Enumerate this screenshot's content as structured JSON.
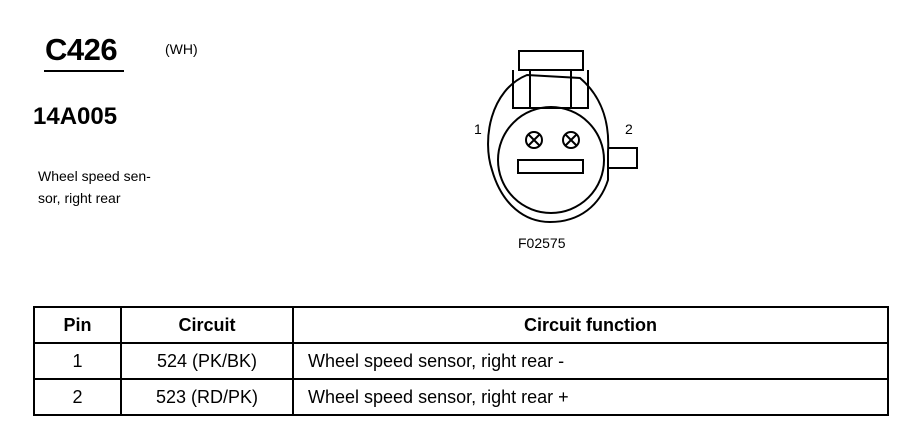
{
  "connector": {
    "id": "C426",
    "color_code": "(WH)",
    "part_number": "14A005",
    "description_line1": "Wheel speed sen-",
    "description_line2": "sor, right rear"
  },
  "diagram": {
    "pin1_label": "1",
    "pin2_label": "2",
    "figure_id": "F02575"
  },
  "table": {
    "headers": [
      "Pin",
      "Circuit",
      "Circuit function"
    ],
    "rows": [
      {
        "pin": "1",
        "circuit": "524 (PK/BK)",
        "function": "Wheel speed sensor, right rear -"
      },
      {
        "pin": "2",
        "circuit": "523 (RD/PK)",
        "function": "Wheel speed sensor, right rear +"
      }
    ]
  }
}
